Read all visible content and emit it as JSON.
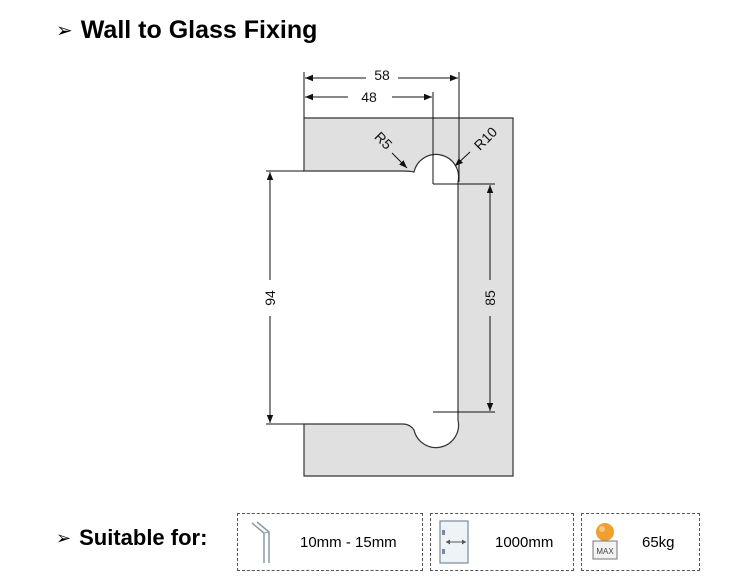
{
  "title": "Wall to Glass Fixing",
  "bullet_glyph": "➢",
  "dimensions": {
    "overall_width": "58",
    "inner_width": "48",
    "corner_radius_small": "R5",
    "corner_radius_large": "R10",
    "height_outer": "94",
    "height_inner": "85"
  },
  "suitable": {
    "label": "Suitable for:",
    "glass_thickness": {
      "icon": "glass-thickness-icon",
      "value": "10mm - 15mm"
    },
    "door_width": {
      "icon": "door-width-icon",
      "value": "1000mm"
    },
    "max_weight": {
      "icon": "max-weight-icon",
      "icon_label": "MAX",
      "value": "65kg"
    }
  },
  "colors": {
    "plate_fill": "#e0e0e0",
    "outline": "#333333",
    "weight_ball": "#f0a030"
  }
}
